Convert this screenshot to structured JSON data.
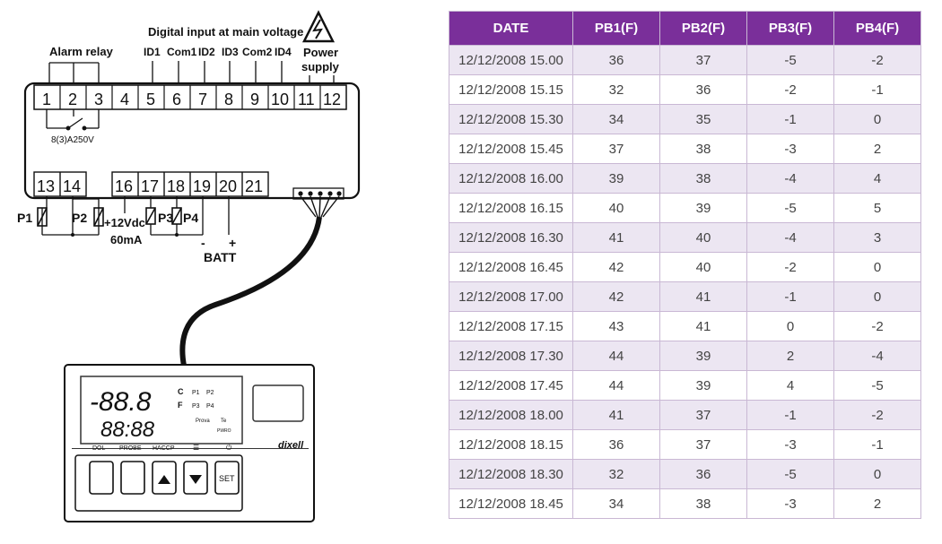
{
  "diagram": {
    "header_digital": "Digital input at main voltage",
    "header_alarm": "Alarm relay",
    "header_power": [
      "Power",
      "supply"
    ],
    "top_labels": [
      "ID1",
      "Com1",
      "ID2",
      "ID3",
      "Com2",
      "ID4"
    ],
    "top_terminals": [
      "1",
      "2",
      "3",
      "4",
      "5",
      "6",
      "7",
      "8",
      "9",
      "10",
      "11",
      "12"
    ],
    "relay_rating": "8(3)A250V",
    "bottom_terminals": [
      "13",
      "14",
      "16",
      "17",
      "18",
      "19",
      "20",
      "21"
    ],
    "probe_labels": [
      "P1",
      "P2",
      "P3",
      "P4"
    ],
    "supply_label": [
      "+12Vdc",
      "60mA"
    ],
    "batt_label": "BATT",
    "batt_minus": "-",
    "batt_plus": "+",
    "display_top": "-88.8",
    "display_bottom": "88:88",
    "indicator_c": "C",
    "indicator_f": "F",
    "indicator_p1": "P1",
    "indicator_p2": "P2",
    "indicator_p3": "P3",
    "indicator_p4": "P4",
    "indicator_prova": "Prova",
    "indicator_te": "Te",
    "indicator_pwro": "PWRO",
    "button_labels": [
      "DOL",
      "PROBE",
      "HACCP",
      "☰",
      "⏻"
    ],
    "button_set": "SET",
    "brand": "dixell"
  },
  "table": {
    "headers": [
      "DATE",
      "PB1(F)",
      "PB2(F)",
      "PB3(F)",
      "PB4(F)"
    ],
    "rows": [
      [
        "12/12/2008 15.00",
        "36",
        "37",
        "-5",
        "-2"
      ],
      [
        "12/12/2008 15.15",
        "32",
        "36",
        "-2",
        "-1"
      ],
      [
        "12/12/2008 15.30",
        "34",
        "35",
        "-1",
        "0"
      ],
      [
        "12/12/2008 15.45",
        "37",
        "38",
        "-3",
        "2"
      ],
      [
        "12/12/2008 16.00",
        "39",
        "38",
        "-4",
        "4"
      ],
      [
        "12/12/2008 16.15",
        "40",
        "39",
        "-5",
        "5"
      ],
      [
        "12/12/2008 16.30",
        "41",
        "40",
        "-4",
        "3"
      ],
      [
        "12/12/2008 16.45",
        "42",
        "40",
        "-2",
        "0"
      ],
      [
        "12/12/2008 17.00",
        "42",
        "41",
        "-1",
        "0"
      ],
      [
        "12/12/2008 17.15",
        "43",
        "41",
        "0",
        "-2"
      ],
      [
        "12/12/2008 17.30",
        "44",
        "39",
        "2",
        "-4"
      ],
      [
        "12/12/2008 17.45",
        "44",
        "39",
        "4",
        "-5"
      ],
      [
        "12/12/2008 18.00",
        "41",
        "37",
        "-1",
        "-2"
      ],
      [
        "12/12/2008 18.15",
        "36",
        "37",
        "-3",
        "-1"
      ],
      [
        "12/12/2008 18.30",
        "32",
        "36",
        "-5",
        "0"
      ],
      [
        "12/12/2008 18.45",
        "34",
        "38",
        "-3",
        "2"
      ]
    ]
  }
}
